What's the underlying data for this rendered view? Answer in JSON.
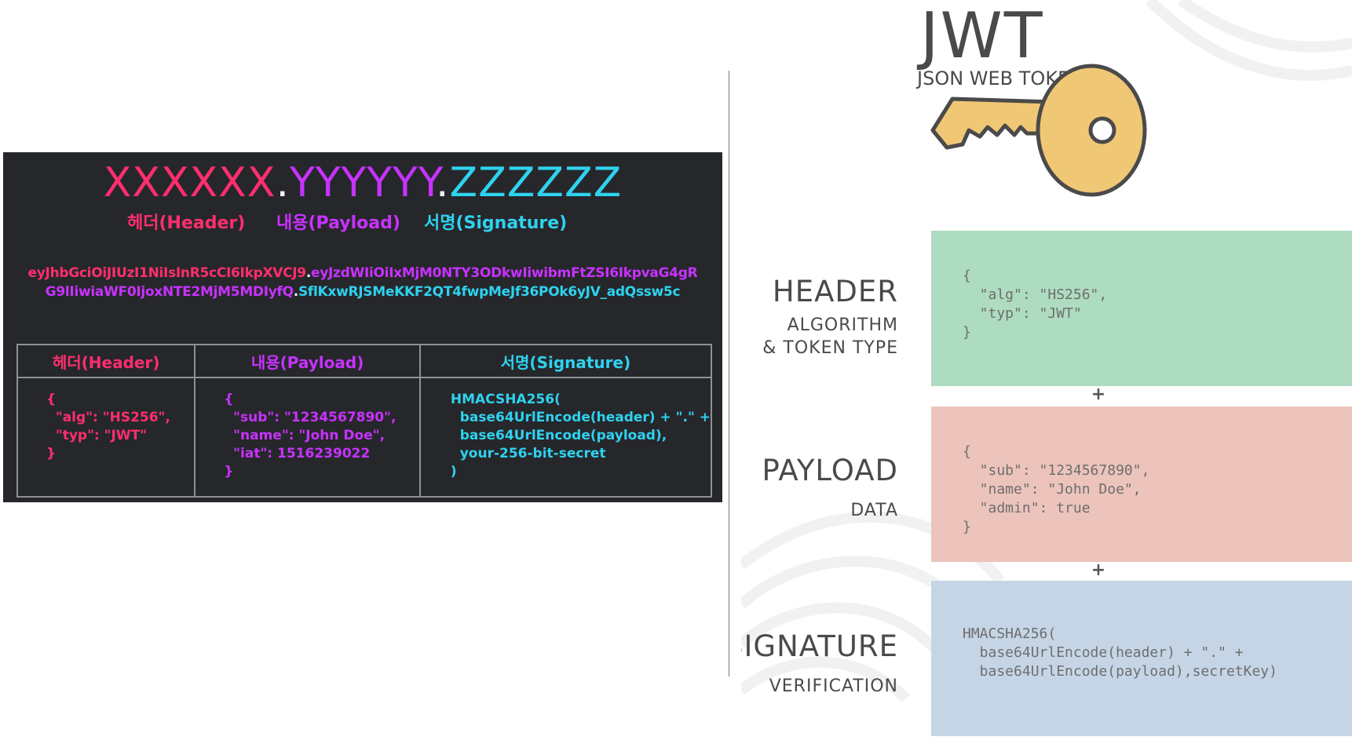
{
  "left": {
    "title": {
      "part1": "XXXXXX",
      "dot1": ".",
      "part2": "YYYYYY",
      "dot2": ".",
      "part3": "ZZZZZZ"
    },
    "segment_labels": {
      "header": "헤더(Header)",
      "payload": "내용(Payload)",
      "signature": "서명(Signature)"
    },
    "token": {
      "line1_header": "eyJhbGciOiJIUzI1NiIsInR5cCI6IkpXVCJ9",
      "line1_dot": ".",
      "line1_payload": "eyJzdWIiOiIxMjM0NTY3ODkwIiwibmFtZSI6IkpvaG4gR",
      "line2_payload": "G9lIiwiaWF0IjoxNTE2MjM5MDIyfQ",
      "line2_dot": ".",
      "line2_signature": "SflKxwRJSMeKKF2QT4fwpMeJf36POk6yJV_adQssw5c"
    },
    "table": {
      "headers": [
        "헤더(Header)",
        "내용(Payload)",
        "서명(Signature)"
      ],
      "header_cell": "{\n  \"alg\": \"HS256\",\n  \"typ\": \"JWT\"\n}",
      "payload_cell": "{\n  \"sub\": \"1234567890\",\n  \"name\": \"John Doe\",\n  \"iat\": 1516239022\n}",
      "signature_cell": "HMACSHA256(\n  base64UrlEncode(header) + \".\" +\n  base64UrlEncode(payload),\n  your-256-bit-secret\n)"
    }
  },
  "right": {
    "logo": "JWT",
    "logo_subtitle": "JSON WEB TOKEN",
    "sections": [
      {
        "title": "HEADER",
        "subtitle": "ALGORITHM\n& TOKEN TYPE",
        "code": "{\n  \"alg\": \"HS256\",\n  \"typ\": \"JWT\"\n}",
        "color": "#aedcc0"
      },
      {
        "title": "PAYLOAD",
        "subtitle": "DATA",
        "code": "{\n  \"sub\": \"1234567890\",\n  \"name\": \"John Doe\",\n  \"admin\": true\n}",
        "color": "#ecc4bc"
      },
      {
        "title": "SIGNATURE",
        "subtitle": "VERIFICATION",
        "code": "HMACSHA256(\n  base64UrlEncode(header) + \".\" +\n  base64UrlEncode(payload),secretKey)",
        "color": "#c5d5e6"
      }
    ],
    "plus": "+",
    "key_color": "#f0c775"
  }
}
